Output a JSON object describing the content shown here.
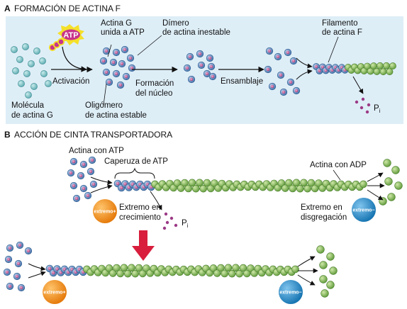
{
  "section_a": {
    "letter": "A",
    "title": "FORMACIÓN DE ACTINA F",
    "atp_badge": "ATP",
    "labels": {
      "g_actin_atp_l1": "Actina G",
      "g_actin_atp_l2": "unida a ATP",
      "dimer_l1": "Dímero",
      "dimer_l2": "de actina inestable",
      "filament_l1": "Filamento",
      "filament_l2": "de actina F",
      "activation": "Activación",
      "nucleation_l1": "Formación",
      "nucleation_l2": "del núcleo",
      "assembly": "Ensamblaje",
      "molecule_l1": "Molécula",
      "molecule_l2": "de actina G",
      "oligomer_l1": "Oligómero",
      "oligomer_l2": "de actina estable",
      "pi": "P",
      "pi_sub": "i"
    }
  },
  "section_b": {
    "letter": "B",
    "title": "ACCIÓN DE CINTA TRANSPORTADORA",
    "labels": {
      "atp_actin": "Actina con ATP",
      "atp_cap": "Caperuza de ATP",
      "adp_actin": "Actina con ADP",
      "growing_end_l1": "Extremo en",
      "growing_end_l2": "crecimiento",
      "shrinking_end_l1": "Extremo en",
      "shrinking_end_l2": "disgregación",
      "plus_end": "extremo+",
      "minus_end": "extremo−",
      "pi": "P",
      "pi_sub": "i"
    }
  },
  "colors": {
    "panel_a_bg": "#deeef7",
    "g_actin": "#7cc3c8",
    "atp_actin_ring": "#5a87b8",
    "atp_actin_core": "#c85a94",
    "adp_actin": "#8ab866",
    "atp_badge": "#c8348a",
    "atp_glow": "#f4e02a",
    "plus_end": "#f08a16",
    "minus_end": "#1a85c8",
    "big_arrow": "#d81e3c",
    "pi_dots": "#9c3a86"
  },
  "icons": {
    "atp_badge": "atp-starburst-icon",
    "down_arrow": "red-down-arrow-icon",
    "plus_end": "plus-end-badge-icon",
    "minus_end": "minus-end-badge-icon"
  }
}
